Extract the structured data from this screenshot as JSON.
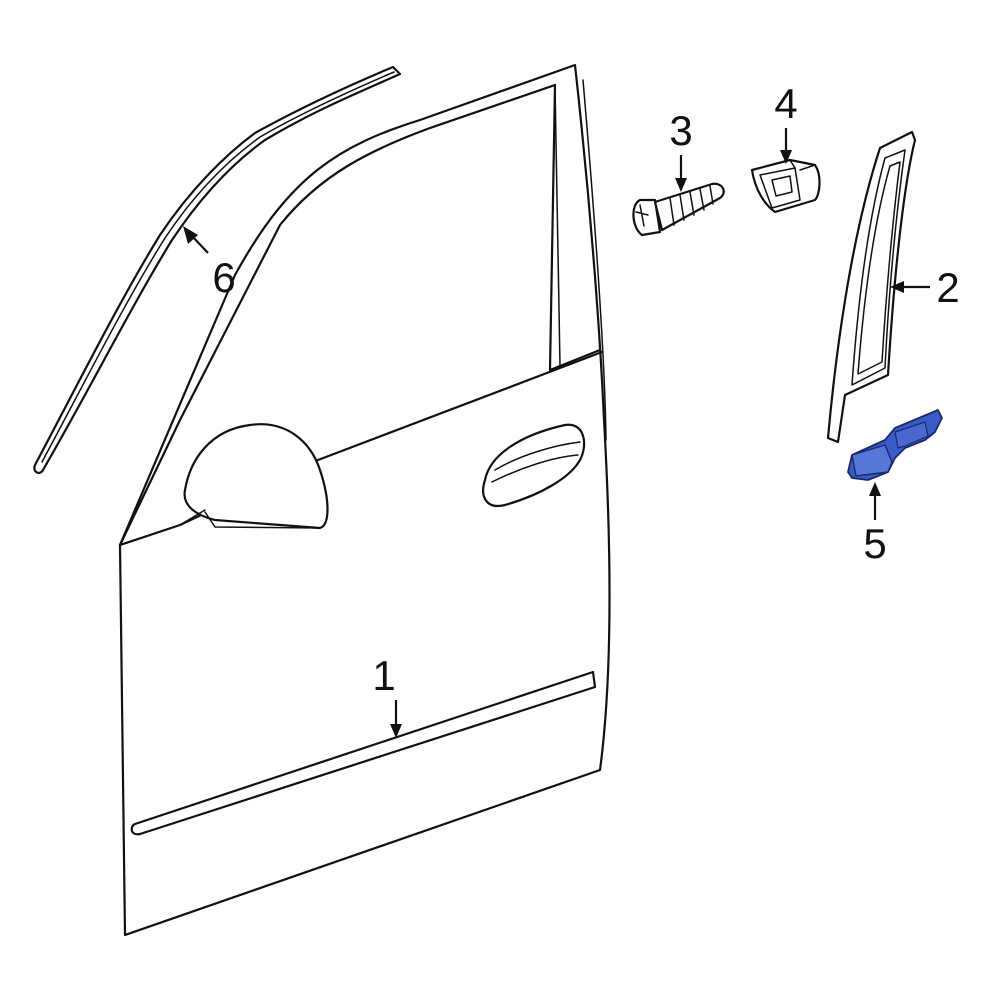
{
  "callouts": {
    "part_1": "1",
    "part_2": "2",
    "part_3": "3",
    "part_4": "4",
    "part_5": "5",
    "part_6": "6"
  },
  "colors": {
    "outline": "#111111",
    "background": "#ffffff",
    "highlight_fill": "#3a5bc7",
    "highlight_stroke": "#1a2a6a"
  },
  "highlighted_part": "5"
}
